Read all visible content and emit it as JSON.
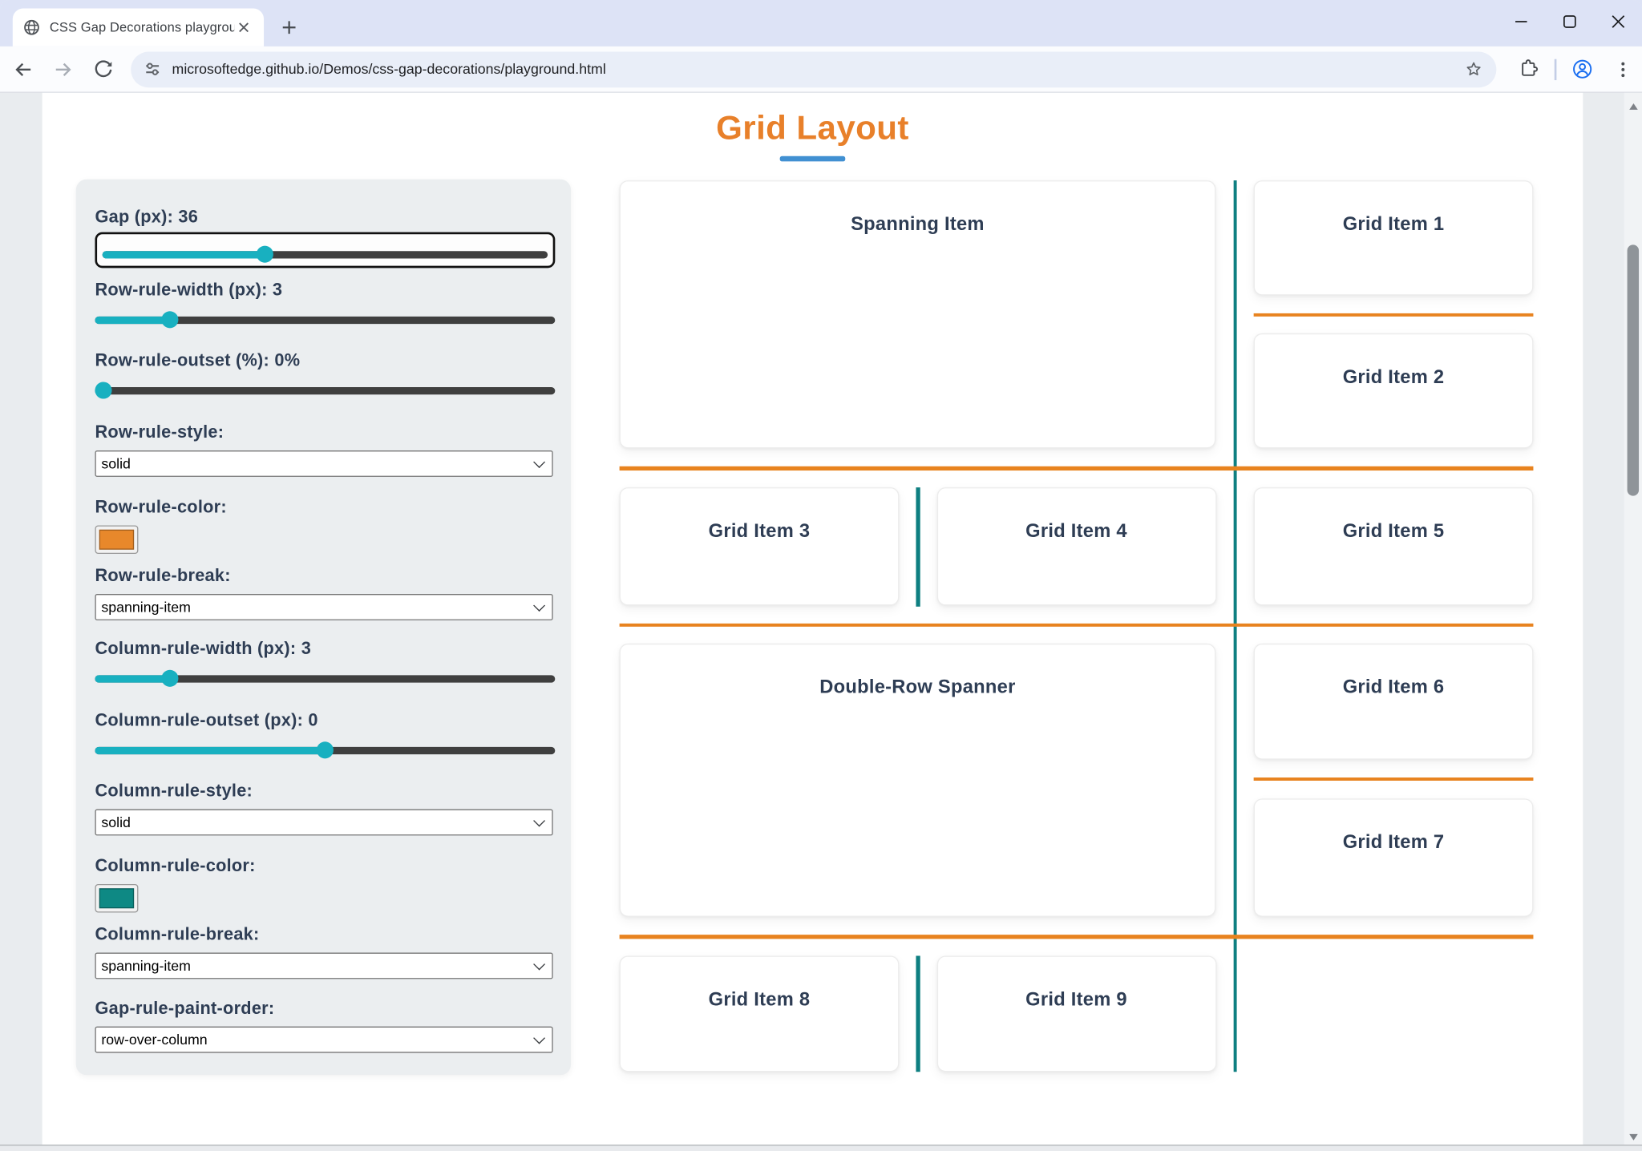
{
  "browser": {
    "tab_title": "CSS Gap Decorations playgroun",
    "url": "microsoftedge.github.io/Demos/css-gap-decorations/playground.html"
  },
  "page": {
    "title": "Grid Layout",
    "title_color": "#e8802a",
    "underline_color": "#4190d2",
    "row_rule_color": "#e8831f",
    "column_rule_color": "#0e7f81",
    "slider_accent_color": "#18b0c0"
  },
  "controls": {
    "gap": {
      "label": "Gap (px): 36",
      "percent": 36
    },
    "row_width": {
      "label": "Row-rule-width (px): 3",
      "percent": 15
    },
    "row_outset": {
      "label": "Row-rule-outset (%): 0%",
      "percent": 0
    },
    "row_style": {
      "label": "Row-rule-style:",
      "value": "solid"
    },
    "row_color": {
      "label": "Row-rule-color:",
      "value": "#e8882b"
    },
    "row_break": {
      "label": "Row-rule-break:",
      "value": "spanning-item"
    },
    "col_width": {
      "label": "Column-rule-width (px): 3",
      "percent": 15
    },
    "col_outset": {
      "label": "Column-rule-outset (px): 0",
      "percent": 50
    },
    "col_style": {
      "label": "Column-rule-style:",
      "value": "solid"
    },
    "col_color": {
      "label": "Column-rule-color:",
      "value": "#0e8984"
    },
    "col_break": {
      "label": "Column-rule-break:",
      "value": "spanning-item"
    },
    "paint_order": {
      "label": "Gap-rule-paint-order:",
      "value": "row-over-column"
    }
  },
  "grid": {
    "items": [
      {
        "label": "Spanning Item"
      },
      {
        "label": "Grid Item 1"
      },
      {
        "label": "Grid Item 2"
      },
      {
        "label": "Grid Item 3"
      },
      {
        "label": "Grid Item 4"
      },
      {
        "label": "Grid Item 5"
      },
      {
        "label": "Double-Row Spanner"
      },
      {
        "label": "Grid Item 6"
      },
      {
        "label": "Grid Item 7"
      },
      {
        "label": "Grid Item 8"
      },
      {
        "label": "Grid Item 9"
      }
    ]
  }
}
